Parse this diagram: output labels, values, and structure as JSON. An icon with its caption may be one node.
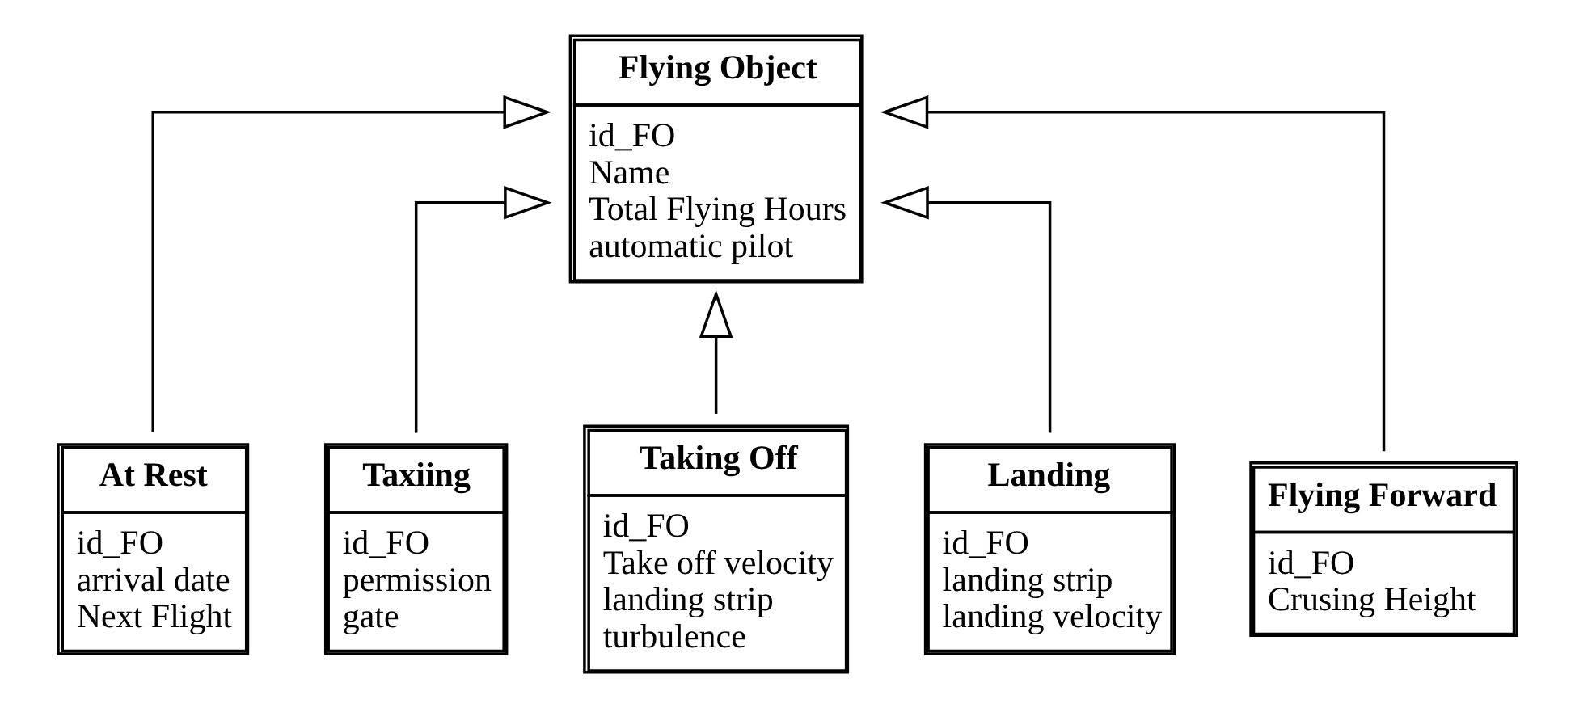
{
  "diagram": {
    "nodes": [
      {
        "text": [
          "Flying Object",
          "id_FO",
          "Name",
          "Total Flying Hours",
          "automatic pilot"
        ]
      },
      {
        "text": [
          "At Rest",
          "id_FO",
          "arrival date",
          "Next Flight"
        ]
      },
      {
        "text": [
          "Taxiing",
          "id_FO",
          "permission",
          "gate"
        ]
      },
      {
        "text": [
          "Taking Off",
          "id_FO",
          "Take off velocity",
          "landing strip",
          "turbulence"
        ]
      },
      {
        "text": [
          "Landing",
          "id_FO",
          "landing strip",
          "landing velocity"
        ]
      },
      {
        "text": [
          "Flying Forward",
          "id_FO",
          "Crusing Height"
        ]
      }
    ],
    "edges": [
      {
        "from": 1,
        "to": 0,
        "arrow": "to"
      },
      {
        "from": 2,
        "to": 0,
        "arrow": "to"
      },
      {
        "from": 3,
        "to": 0,
        "arrow": "to"
      },
      {
        "from": 4,
        "to": 0,
        "arrow": "to"
      },
      {
        "from": 5,
        "to": 0,
        "arrow": "to"
      }
    ]
  }
}
